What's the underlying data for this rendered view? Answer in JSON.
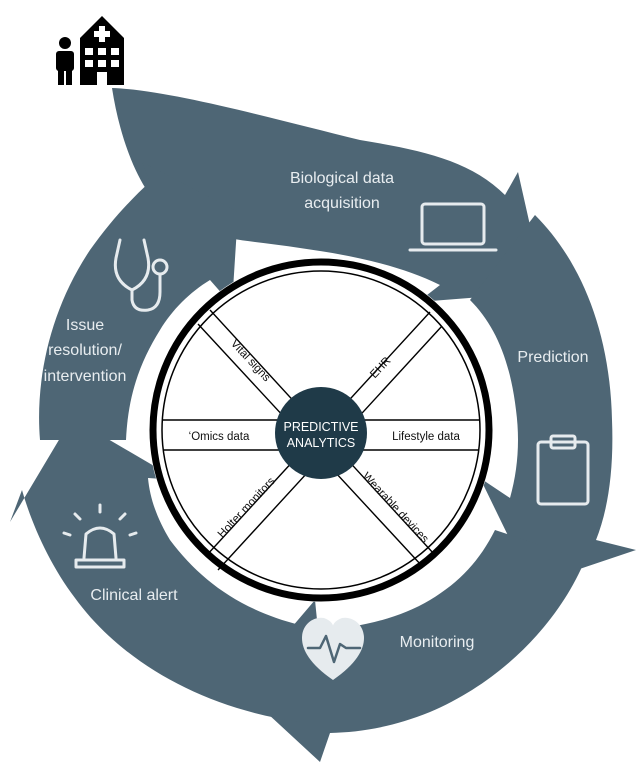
{
  "center": {
    "line1": "PREDICTIVE",
    "line2": "ANALYTICS"
  },
  "stages": {
    "acquisition": [
      "Biological data",
      "acquisition"
    ],
    "prediction": "Prediction",
    "monitoring": "Monitoring",
    "alert": "Clinical alert",
    "resolution": [
      "Issue",
      "resolution/",
      "intervention"
    ]
  },
  "spokes": {
    "vital": "Vital signs",
    "ehr": "EHR",
    "omics": "‘Omics data",
    "lifestyle": "Lifestyle data",
    "holter": "Holter monitors",
    "wearable": "Wearable devices"
  },
  "icons": {
    "patient_hospital": "patient-hospital-icon",
    "laptop": "laptop-icon",
    "clipboard": "clipboard-icon",
    "heart_monitor": "heart-monitor-icon",
    "alarm": "alarm-light-icon",
    "stethoscope": "stethoscope-icon"
  },
  "colors": {
    "cycle": "#4e6675",
    "hub": "#1f3a48",
    "icon": "#e6ebee"
  }
}
